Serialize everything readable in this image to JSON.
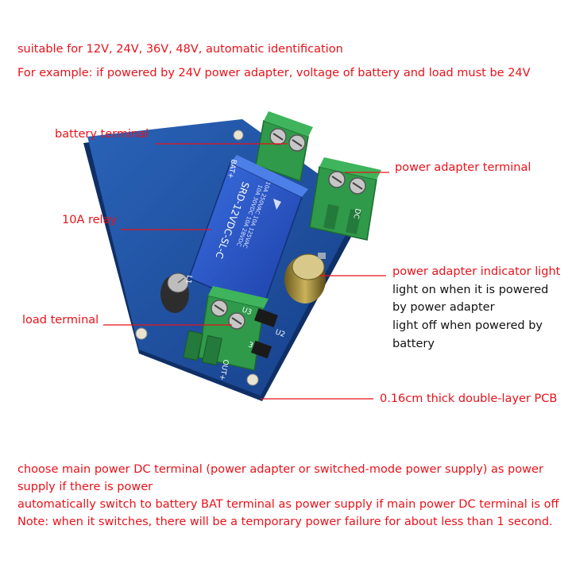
{
  "header": {
    "line1": "suitable for 12V, 24V, 36V, 48V, automatic identification",
    "line2": "For example: if powered by 24V power adapter, voltage of battery and load must be 24V"
  },
  "callouts": {
    "battery_terminal": "battery terminal",
    "relay": "10A relay",
    "load_terminal": "load terminal",
    "power_adapter_terminal": "power adapter terminal",
    "indicator_light": "power adapter indicator light",
    "indicator_desc": [
      "light on when it is powered",
      "by power adapter",
      "light off when powered by",
      "battery"
    ],
    "pcb": "0.16cm thick double-layer PCB"
  },
  "board_labels": {
    "bat": "BAT+",
    "dc": "DC",
    "out": "OUT+",
    "relay_model": "SRD-12VDC-SL-C",
    "relay_rating_1": "10A 250VAC 10A 125VAC",
    "relay_rating_2": "10A 30VDC 10A 28VDC",
    "u2": "U2",
    "u3": "U3",
    "l1": "L1",
    "d3": "3"
  },
  "footer": {
    "line1": "choose main power DC terminal (power adapter or switched-mode power supply) as power",
    "line2": "supply if there is power",
    "line3": "automatically switch to battery BAT terminal as power supply if main power DC terminal is off",
    "line4": "Note: when it switches, there will be a temporary power failure for about less than 1 second."
  },
  "colors": {
    "text_red": "#e8121a",
    "text_black": "#111111",
    "pcb_blue": "#1b4fa0",
    "terminal_green": "#2f9a4a",
    "relay_blue": "#2a55c8"
  }
}
